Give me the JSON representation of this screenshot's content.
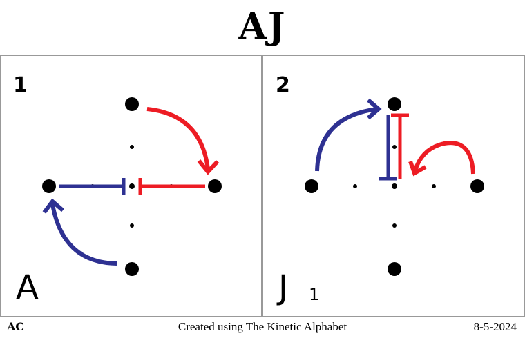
{
  "title": "AJ",
  "panels": [
    {
      "number": "1",
      "letter": "A",
      "subscript": ""
    },
    {
      "number": "2",
      "letter": "J",
      "subscript": "1"
    }
  ],
  "footer": {
    "left": "AC",
    "center": "Created using The Kinetic Alphabet",
    "right": "8-5-2024"
  },
  "colors": {
    "blue": "#2e3192",
    "red": "#ed1c24",
    "dot": "#000000",
    "border": "#999999"
  }
}
